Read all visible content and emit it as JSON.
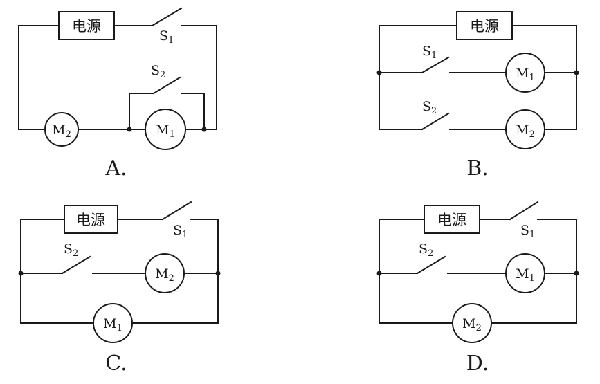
{
  "power_label": "电源",
  "switch_1": {
    "letter": "S",
    "sub": "1"
  },
  "switch_2": {
    "letter": "S",
    "sub": "2"
  },
  "motor_1": {
    "letter": "M",
    "sub": "1"
  },
  "motor_2": {
    "letter": "M",
    "sub": "2"
  },
  "options": [
    {
      "caption": "A."
    },
    {
      "caption": "B."
    },
    {
      "caption": "C."
    },
    {
      "caption": "D."
    }
  ],
  "colors": {
    "ink": "#1a1a1a",
    "paper": "#ffffff"
  }
}
